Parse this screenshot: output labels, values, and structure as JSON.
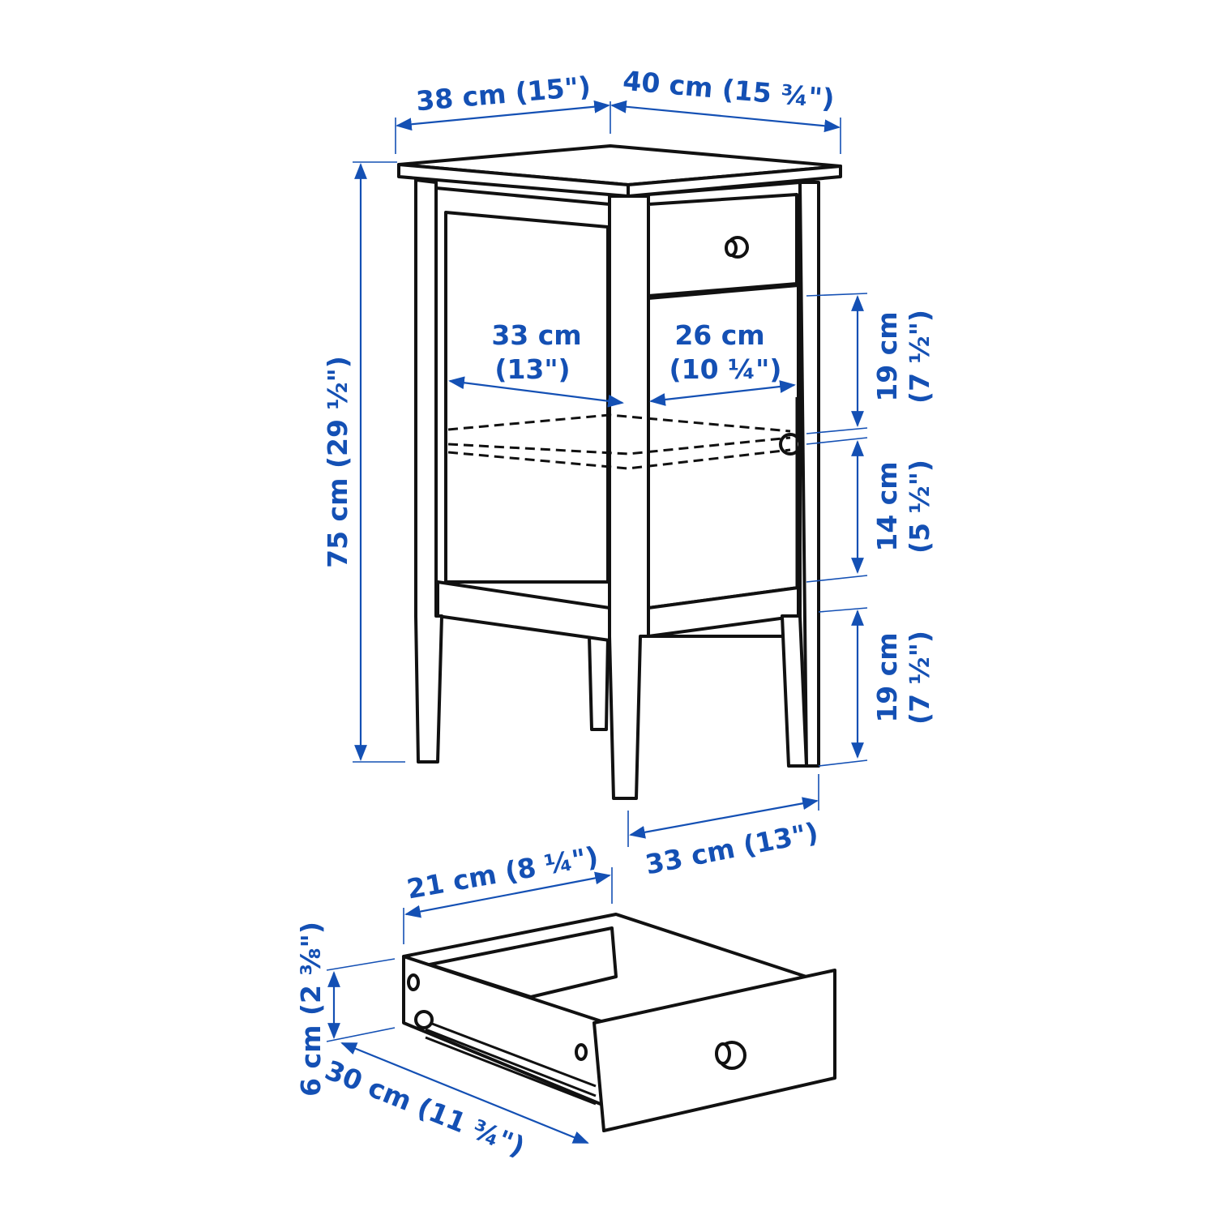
{
  "colors": {
    "dimension": "#1450b4",
    "outline": "#111111",
    "background": "#ffffff"
  },
  "nightstand": {
    "depth_top": "38 cm (15\")",
    "width_top": "40 cm (15 ¾\")",
    "height": "75 cm (29 ½\")",
    "inner_depth": {
      "cm": "33 cm",
      "in": "(13\")"
    },
    "inner_width": {
      "cm": "26 cm",
      "in": "(10 ¼\")"
    },
    "upper_compartment": {
      "cm": "19 cm",
      "in": "(7 ½\")"
    },
    "lower_compartment": {
      "cm": "14 cm",
      "in": "(5 ½\")"
    },
    "leg_clearance": {
      "cm": "19 cm",
      "in": "(7 ½\")"
    },
    "leg_width": "33 cm (13\")"
  },
  "drawer": {
    "width": "21 cm (8 ¼\")",
    "height": "6 cm (2 ⅜\")",
    "depth": "30 cm (11 ¾\")"
  }
}
